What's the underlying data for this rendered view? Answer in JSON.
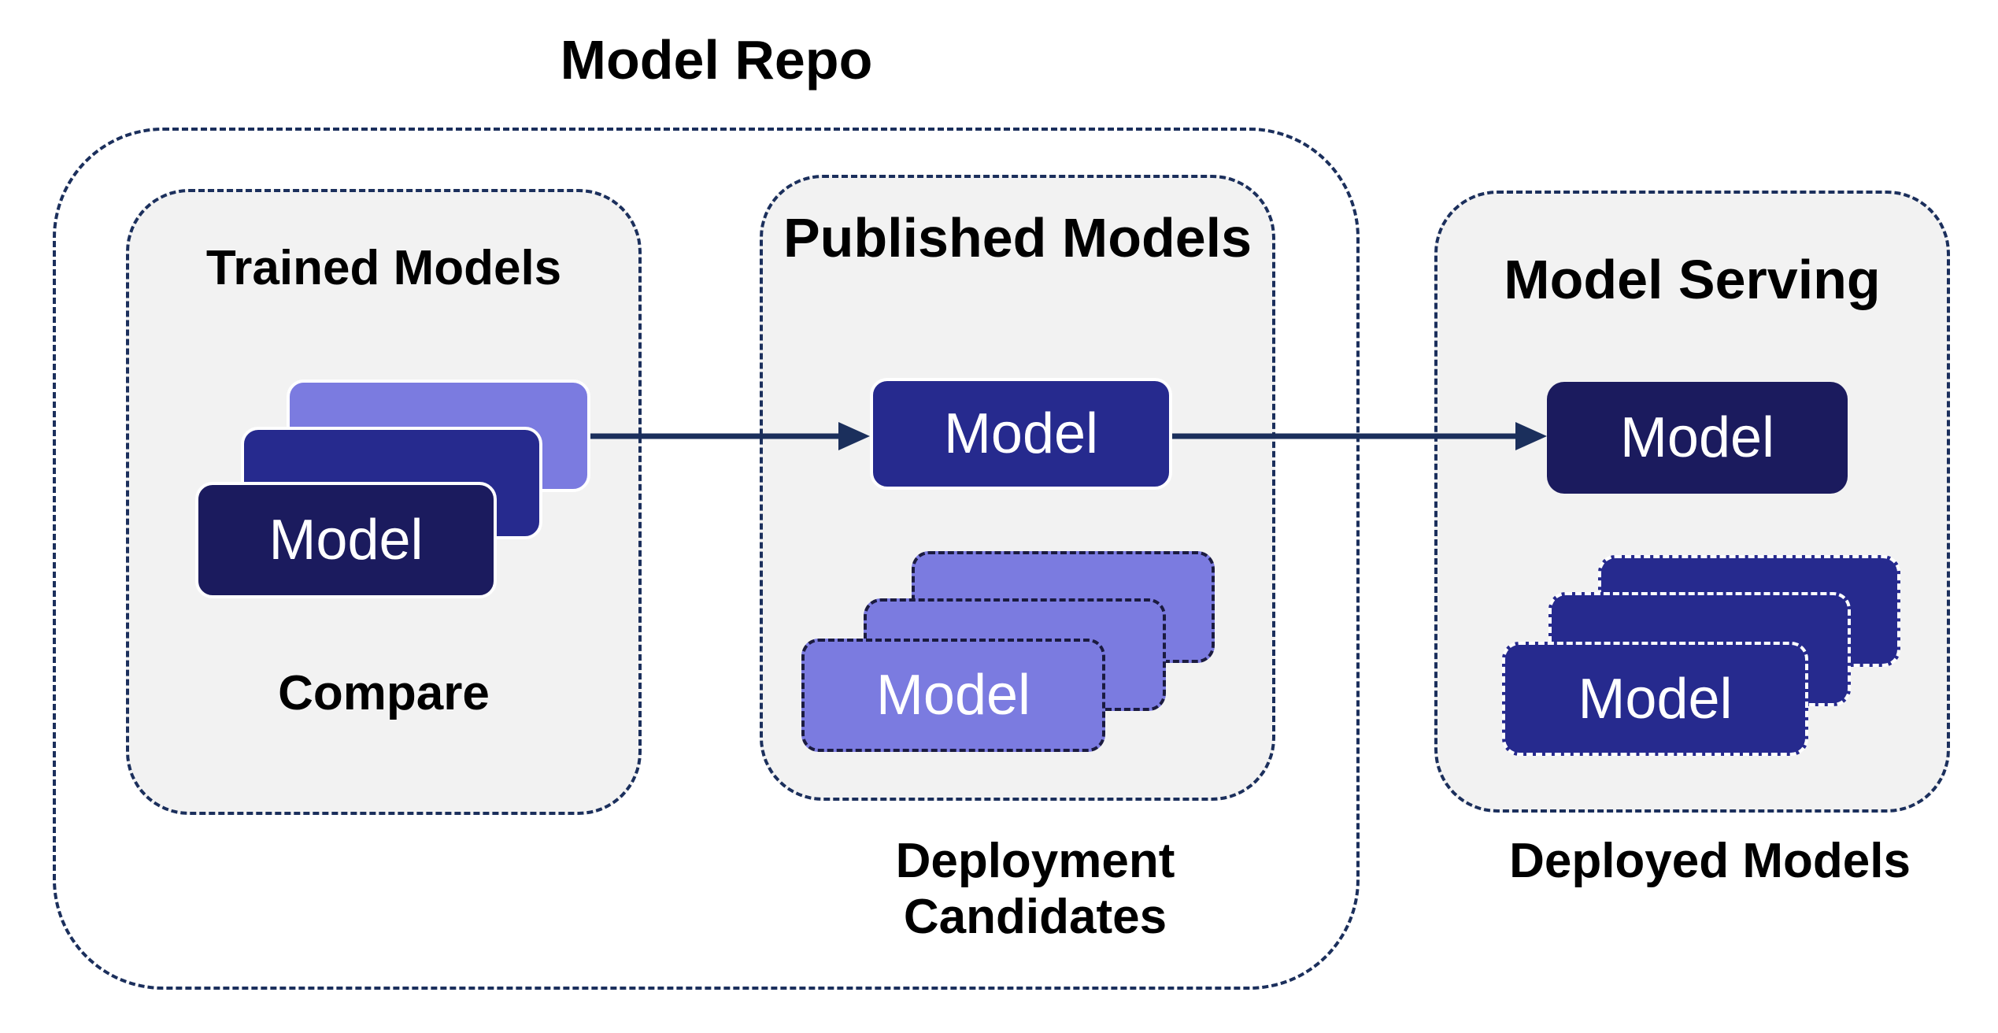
{
  "repo": {
    "title": "Model Repo"
  },
  "trained": {
    "title": "Trained Models",
    "footer": "Compare",
    "card_label": "Model"
  },
  "published": {
    "title": "Published Models",
    "card_label": "Model",
    "stack_label": "Model",
    "footer": "Deployment Candidates"
  },
  "serving": {
    "title": "Model Serving",
    "card_label": "Model",
    "stack_label": "Model",
    "footer": "Deployed Models"
  },
  "colors": {
    "border": "#1b2f5c",
    "panel_fill": "#f2f2f2",
    "card_light": "#7b7be0",
    "card_mid": "#262a8e",
    "card_dark": "#1b1b5e",
    "arrow": "#1b2f5c"
  }
}
